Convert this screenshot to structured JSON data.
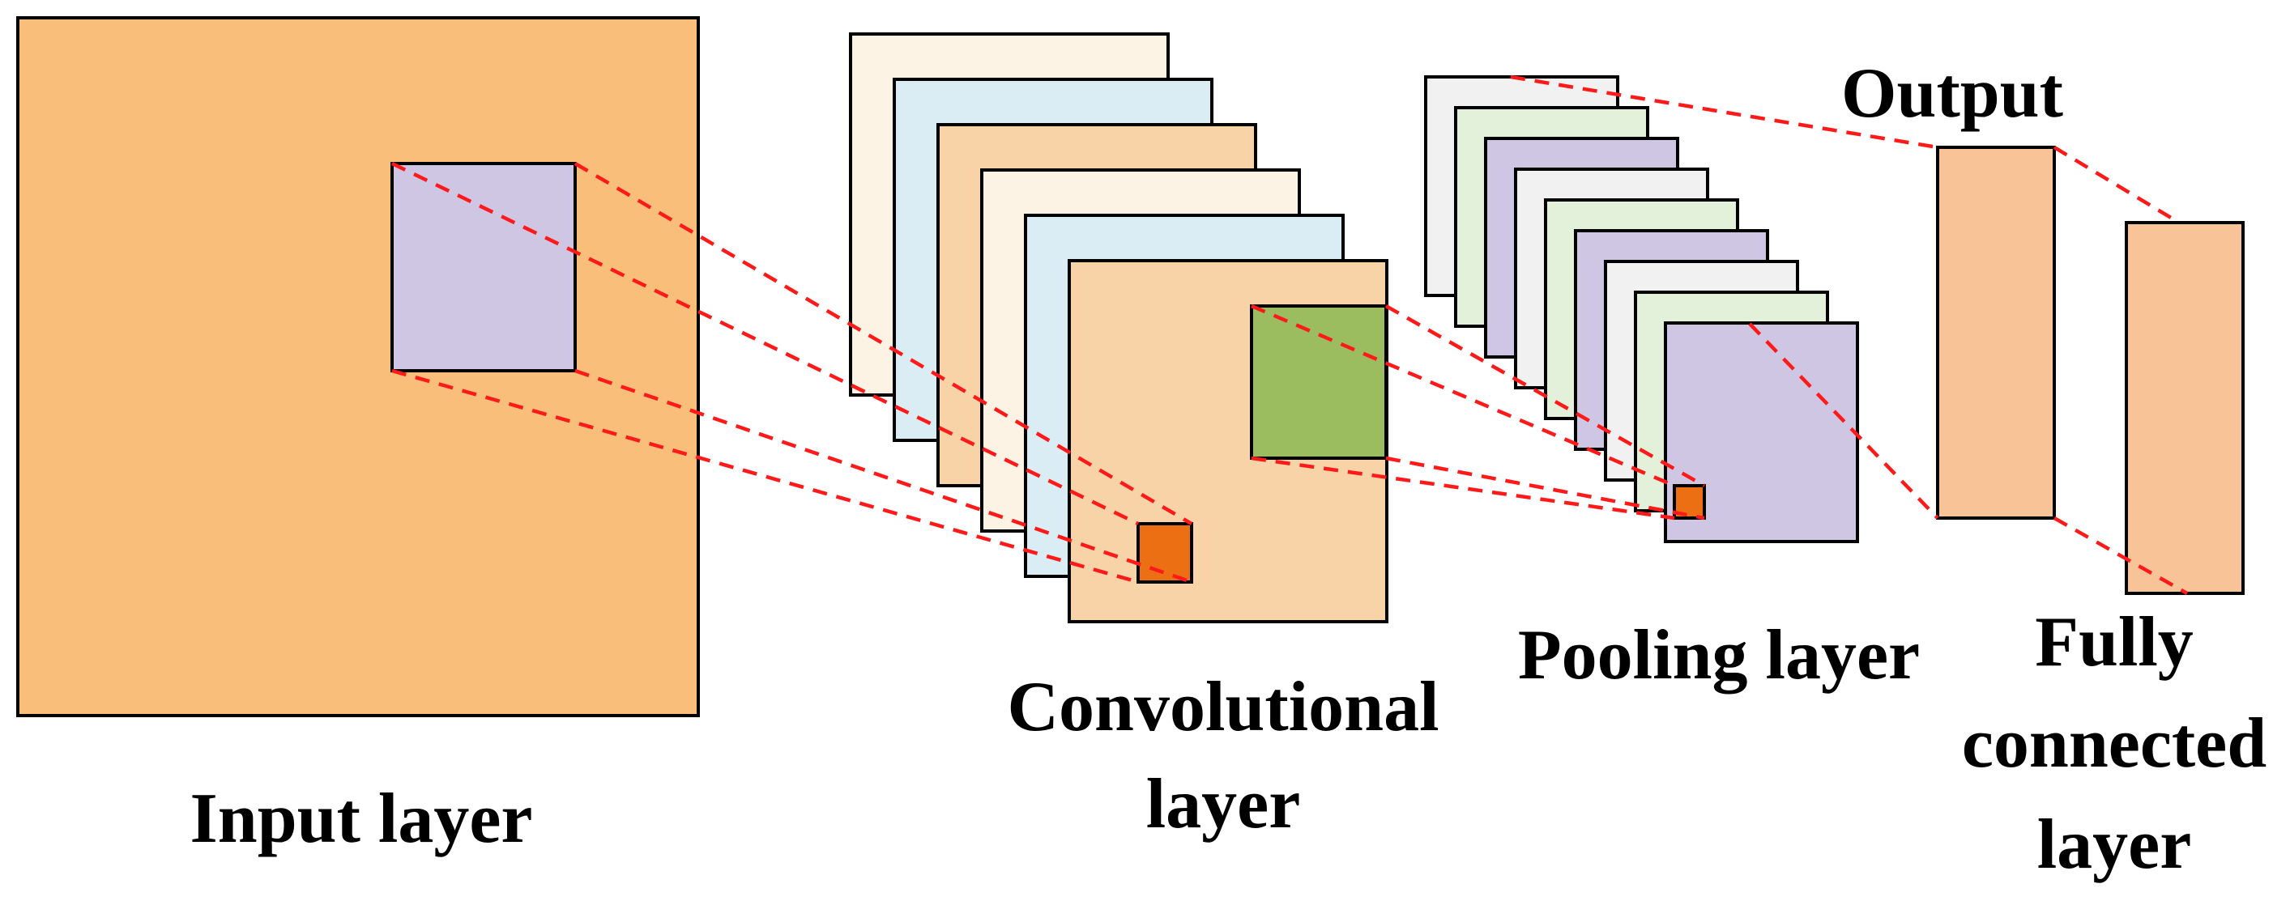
{
  "labels": {
    "input": "Input layer",
    "conv_line1": "Convolutional",
    "conv_line2": "layer",
    "pooling": "Pooling layer",
    "output": "Output",
    "fc_line1": "Fully",
    "fc_line2": "connected",
    "fc_line3": "layer"
  },
  "colors": {
    "input_layer": "#f9bf7a",
    "receptive_field": "#cfc6e4",
    "conv_highlight": "#9bbd60",
    "kernel_output": "#ec6f14",
    "connection_lines": "#ff1a1a",
    "fc_layer": "#f8c397",
    "map_cream": "#fcf3e5",
    "map_blue": "#dbedf4",
    "map_peach": "#f7d3a7",
    "map_grey": "#f1f1f1",
    "map_green": "#e3f1da",
    "map_purple": "#cfc6e4"
  },
  "conv_maps": [
    "map_cream",
    "map_blue",
    "map_peach",
    "map_cream",
    "map_blue",
    "map_peach"
  ],
  "pool_maps": [
    "map_grey",
    "map_green",
    "map_purple",
    "map_grey",
    "map_green",
    "map_purple",
    "map_grey",
    "map_green",
    "map_purple"
  ]
}
